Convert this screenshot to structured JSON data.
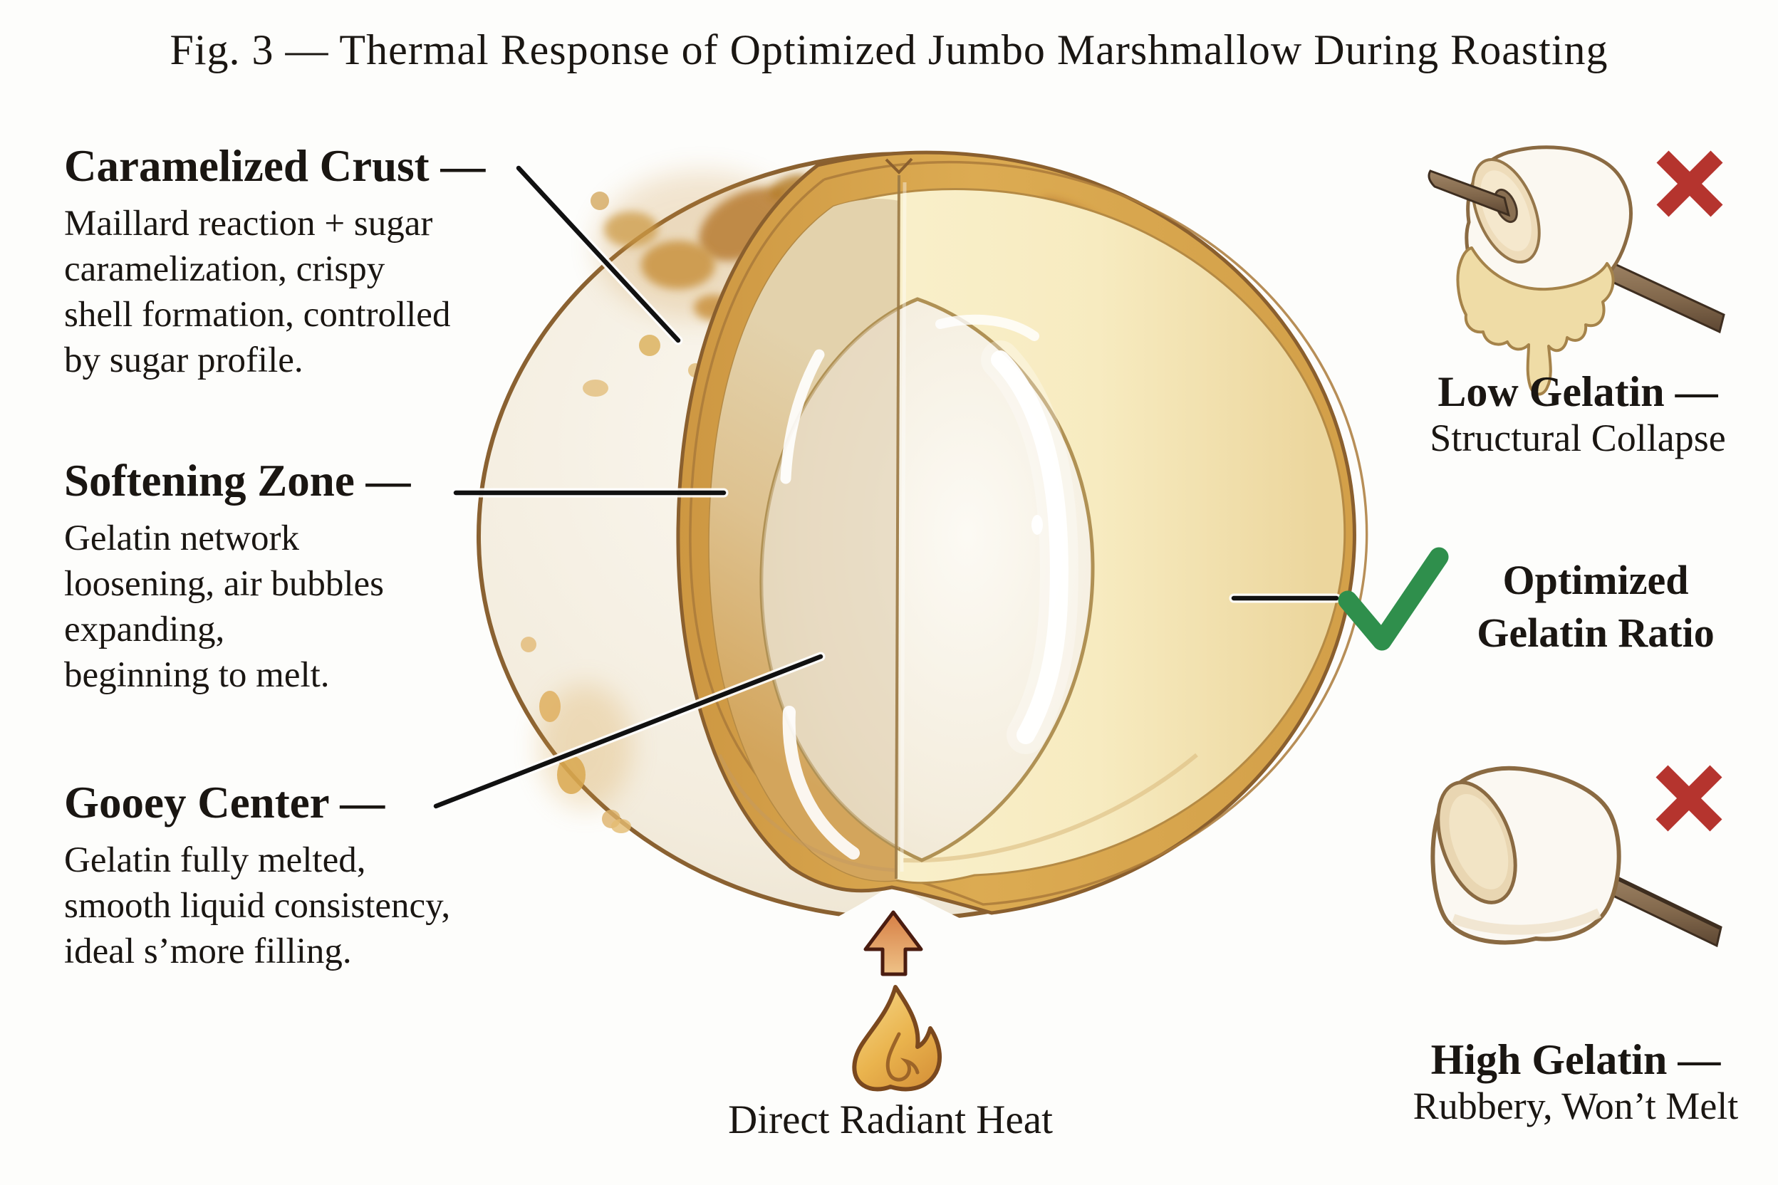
{
  "figure": {
    "title": "Fig. 3 — Thermal Response of Optimized Jumbo Marshmallow During Roasting",
    "subject": "jumbo marshmallow cutaway cross-section"
  },
  "left_callouts": [
    {
      "id": "caramelized-crust",
      "heading": "Caramelized Crust —",
      "lines": [
        "Maillard reaction + sugar",
        "caramelization, crispy",
        "shell formation, controlled",
        "by sugar profile."
      ]
    },
    {
      "id": "softening-zone",
      "heading": "Softening Zone —",
      "lines": [
        "Gelatin network",
        "loosening, air bubbles",
        "expanding,",
        "beginning to melt."
      ]
    },
    {
      "id": "gooey-center",
      "heading": "Gooey Center —",
      "lines": [
        "Gelatin fully melted,",
        "smooth liquid consistency,",
        "ideal s’more filling."
      ]
    }
  ],
  "right_callouts": {
    "low_gelatin": {
      "heading": "Low Gelatin —",
      "subheading": "Structural Collapse",
      "verdict": "rejected",
      "verdict_icon": "x-mark-icon"
    },
    "optimized": {
      "heading_line1": "Optimized",
      "heading_line2": "Gelatin Ratio",
      "verdict": "approved",
      "verdict_icon": "check-icon"
    },
    "high_gelatin": {
      "heading": "High Gelatin —",
      "subheading": "Rubbery, Won’t Melt",
      "verdict": "rejected",
      "verdict_icon": "x-mark-icon"
    }
  },
  "heat_source": {
    "label": "Direct Radiant Heat",
    "icons": [
      "up-arrow-icon",
      "flame-icon"
    ]
  },
  "colors": {
    "ink": "#1a1612",
    "accent_red": "#b5342e",
    "accent_green": "#2f8f4c",
    "crust_gold": "#d9a74e",
    "crust_outline": "#8a5f2e",
    "toast_brown": "#c5883c",
    "face_left_tan": "#d8b074",
    "face_right_yellow": "#f7e9bb",
    "gooey_cream": "#f3ecdc",
    "flame_gold": "#e9b95a",
    "stick_brown": "#7d6244"
  }
}
